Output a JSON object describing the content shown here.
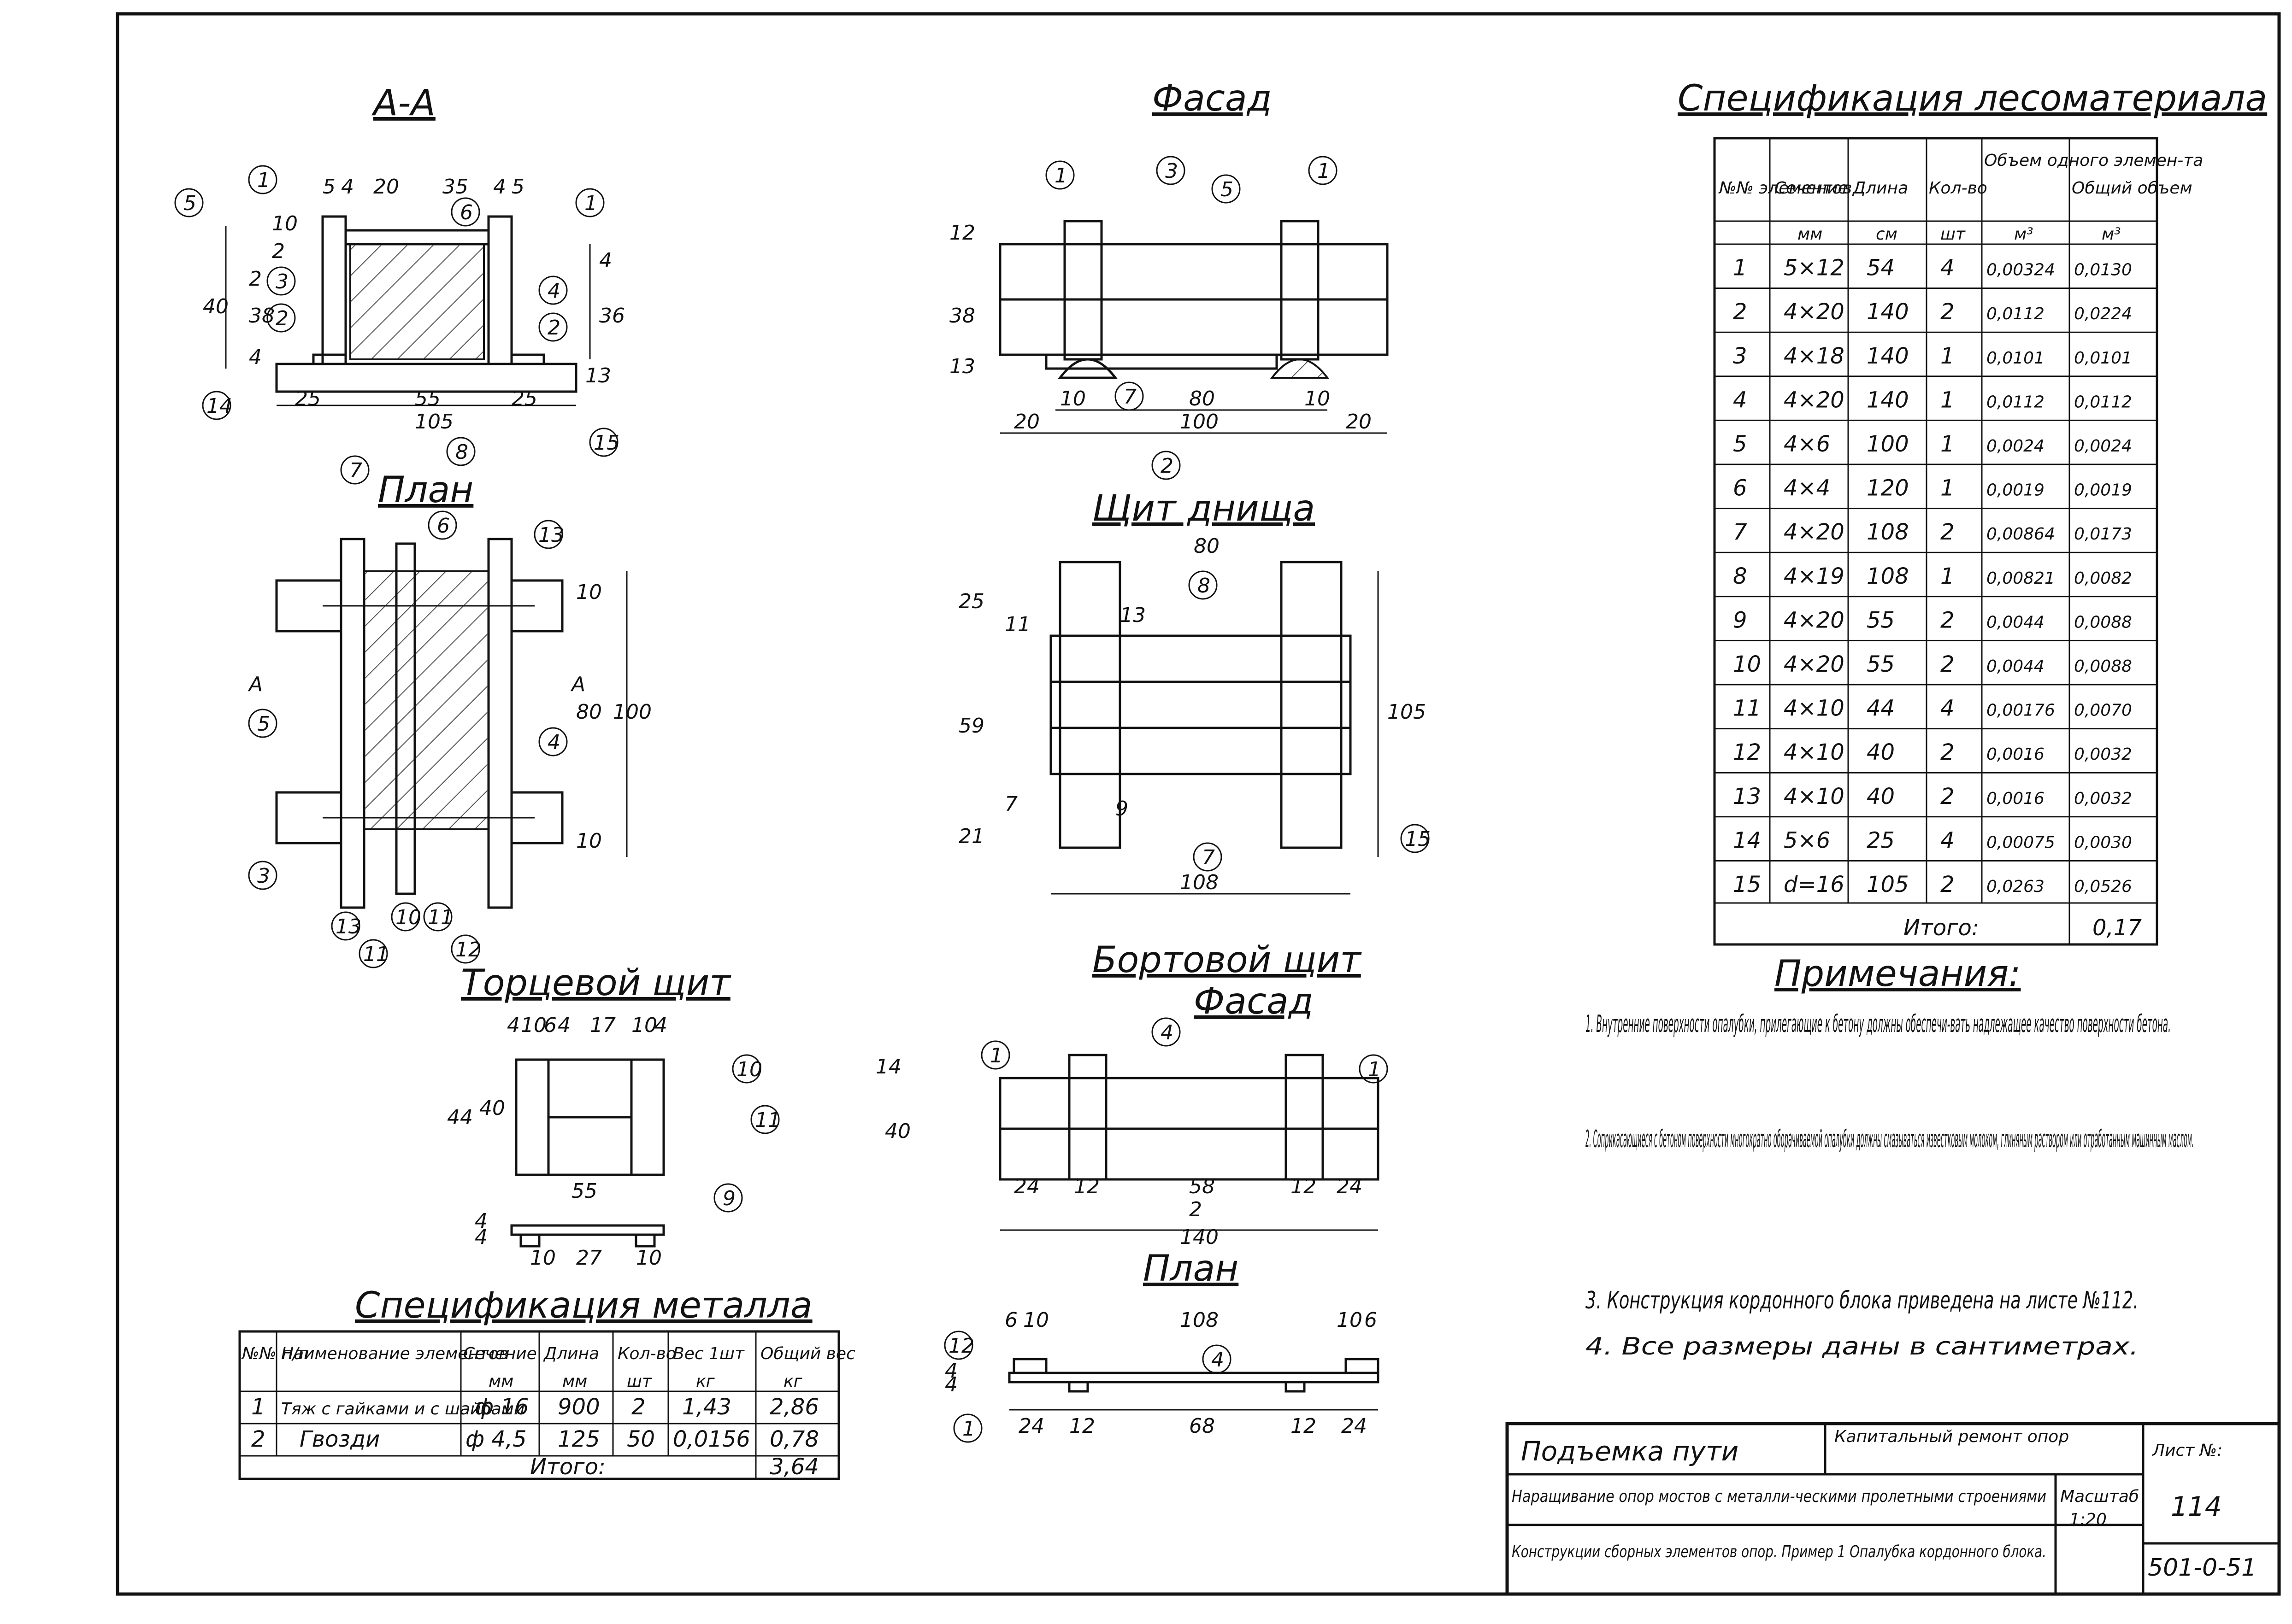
{
  "titles": {
    "section_aa": "А-А",
    "facade": "Фасад",
    "plan": "План",
    "bottom_shield": "Щит днища",
    "end_shield": "Торцевой щит",
    "side_shield": "Бортовой щит",
    "side_facade": "Фасад",
    "side_plan": "План",
    "spec_wood": "Спецификация лесоматериала",
    "spec_metal": "Спецификация металла",
    "notes": "Примечания:"
  },
  "wood_spec": {
    "headers": [
      "№№ элементов",
      "Сечение",
      "Длина",
      "Кол-во",
      "Объем одного элемен-та",
      "Общий объем"
    ],
    "units": [
      "",
      "мм",
      "см",
      "шт",
      "м³",
      "м³"
    ],
    "rows": [
      [
        "1",
        "5×12",
        "54",
        "4",
        "0,00324",
        "0,0130"
      ],
      [
        "2",
        "4×20",
        "140",
        "2",
        "0,0112",
        "0,0224"
      ],
      [
        "3",
        "4×18",
        "140",
        "1",
        "0,0101",
        "0,0101"
      ],
      [
        "4",
        "4×20",
        "140",
        "1",
        "0,0112",
        "0,0112"
      ],
      [
        "5",
        "4×6",
        "100",
        "1",
        "0,0024",
        "0,0024"
      ],
      [
        "6",
        "4×4",
        "120",
        "1",
        "0,0019",
        "0,0019"
      ],
      [
        "7",
        "4×20",
        "108",
        "2",
        "0,00864",
        "0,0173"
      ],
      [
        "8",
        "4×19",
        "108",
        "1",
        "0,00821",
        "0,0082"
      ],
      [
        "9",
        "4×20",
        "55",
        "2",
        "0,0044",
        "0,0088"
      ],
      [
        "10",
        "4×20",
        "55",
        "2",
        "0,0044",
        "0,0088"
      ],
      [
        "11",
        "4×10",
        "44",
        "4",
        "0,00176",
        "0,0070"
      ],
      [
        "12",
        "4×10",
        "40",
        "2",
        "0,0016",
        "0,0032"
      ],
      [
        "13",
        "4×10",
        "40",
        "2",
        "0,0016",
        "0,0032"
      ],
      [
        "14",
        "5×6",
        "25",
        "4",
        "0,00075",
        "0,0030"
      ],
      [
        "15",
        "d=16",
        "105",
        "2",
        "0,0263",
        "0,0526"
      ]
    ],
    "total_label": "Итого:",
    "total_value": "0,17"
  },
  "metal_spec": {
    "headers": [
      "№№ п/п",
      "Наименование элементов",
      "Сечение",
      "Длина",
      "Кол-во",
      "Вес 1шт",
      "Общий вес"
    ],
    "units": [
      "",
      "",
      "мм",
      "мм",
      "шт",
      "кг",
      "кг"
    ],
    "rows": [
      [
        "1",
        "Тяж с гайками и с шайбами",
        "ф 16",
        "900",
        "2",
        "1,43",
        "2,86"
      ],
      [
        "2",
        "Гвозди",
        "ф 4,5",
        "125",
        "50",
        "0,0156",
        "0,78"
      ]
    ],
    "total_label": "Итого:",
    "total_value": "3,64"
  },
  "notes": [
    "1. Внутренние поверхности опалубки, прилегающие к бетону должны обеспечи-вать надлежащее качество поверхности бетона.",
    "2. Соприкасающиеся с бетоном поверхности многократно оборачиваемой опалубки должны смазываться известковым молоком, глиняным раствором или отработанным машинным маслом.",
    "3. Конструкция кордонного блока приведена на листе №112.",
    "4. Все размеры даны в сантиметрах."
  ],
  "stamp": {
    "left_top": "Подъемка пути",
    "right_top": "Капитальный ремонт опор",
    "desc1": "Наращивание опор мостов с металли-ческими пролетными строениями",
    "desc2": "Конструкции сборных элементов опор. Пример 1 Опалубка кордонного блока.",
    "scale_label": "Масштаб",
    "scale": "1:20",
    "sheet_label": "Лист №:",
    "sheet_no": "114",
    "code": "501-0-51"
  },
  "dims": {
    "aa": [
      "5",
      "4",
      "20",
      "35",
      "4",
      "5",
      "2",
      "10",
      "40",
      "38",
      "2",
      "4",
      "36",
      "4",
      "13",
      "25",
      "55",
      "25",
      "105"
    ],
    "facade": [
      "12",
      "38",
      "13",
      "10",
      "80",
      "10",
      "20",
      "100",
      "20"
    ],
    "plan": [
      "10",
      "80",
      "100",
      "10"
    ],
    "bottom": [
      "80",
      "25",
      "11",
      "13",
      "59",
      "7",
      "9",
      "21",
      "105",
      "108"
    ],
    "end": [
      "4",
      "10",
      "6",
      "4",
      "17",
      "10",
      "4",
      "44",
      "40",
      "55",
      "4",
      "4",
      "10",
      "27",
      "10"
    ],
    "side_facade": [
      "14",
      "40",
      "24",
      "12",
      "58",
      "12",
      "24",
      "140"
    ],
    "side_plan": [
      "6",
      "10",
      "108",
      "10",
      "6",
      "4",
      "4",
      "24",
      "12",
      "68",
      "12",
      "24"
    ]
  },
  "markers": {
    "aa": [
      "5",
      "1",
      "1",
      "6",
      "3",
      "2",
      "4",
      "2",
      "14",
      "8",
      "15",
      "7"
    ],
    "facade": [
      "1",
      "3",
      "5",
      "1",
      "7",
      "2"
    ],
    "plan": [
      "6",
      "13",
      "5",
      "4",
      "3",
      "13",
      "10",
      "11",
      "12",
      "11"
    ],
    "plan_cut": [
      "А",
      "А"
    ],
    "bottom": [
      "8",
      "7",
      "15"
    ],
    "end": [
      "10",
      "11",
      "9"
    ],
    "side": [
      "4",
      "1",
      "1",
      "12",
      "4",
      "1"
    ],
    "side_dim_label": "2"
  }
}
